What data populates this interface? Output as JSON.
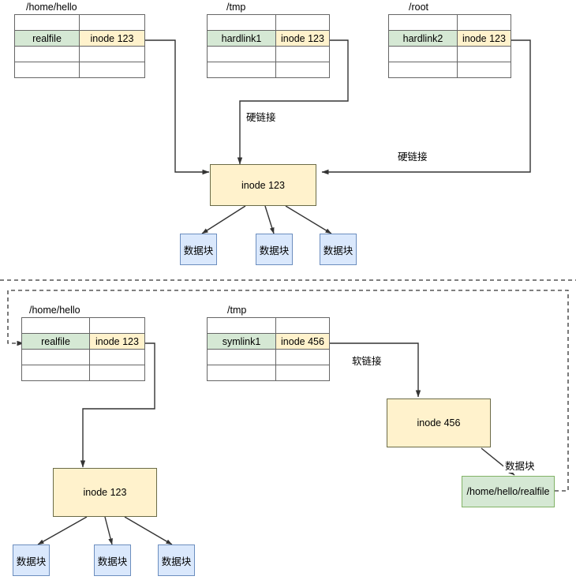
{
  "diagram": {
    "title": "Linux hard link vs soft link inode diagram",
    "colors": {
      "green_fill": "#d5e8d4",
      "green_stroke": "#82b366",
      "yellow_fill": "#fff2cc",
      "yellow_stroke": "#6b6b47",
      "blue_fill": "#dae8fc",
      "blue_stroke": "#6c8ebf",
      "line": "#333333",
      "table_border": "#666666"
    }
  },
  "hardlink_section": {
    "tables": [
      {
        "dir_label": "/home/hello",
        "name": "realfile",
        "inode": "inode 123"
      },
      {
        "dir_label": "/tmp",
        "name": "hardlink1",
        "inode": "inode 123"
      },
      {
        "dir_label": "/root",
        "name": "hardlink2",
        "inode": "inode 123"
      }
    ],
    "inode_box": "inode 123",
    "edge_labels": {
      "hardlink_mid": "硬链接",
      "hardlink_right": "硬链接"
    },
    "data_blocks": [
      "数据块",
      "数据块",
      "数据块"
    ]
  },
  "symlink_section": {
    "tables": [
      {
        "dir_label": "/home/hello",
        "name": "realfile",
        "inode": "inode 123"
      },
      {
        "dir_label": "/tmp",
        "name": "symlink1",
        "inode": "inode 456"
      }
    ],
    "inode_box_left": "inode 123",
    "inode_box_right": "inode 456",
    "edge_labels": {
      "softlink": "软链接",
      "datablock": "数据块"
    },
    "target_path_box": "/home/hello/realfile",
    "data_blocks": [
      "数据块",
      "数据块",
      "数据块"
    ]
  }
}
